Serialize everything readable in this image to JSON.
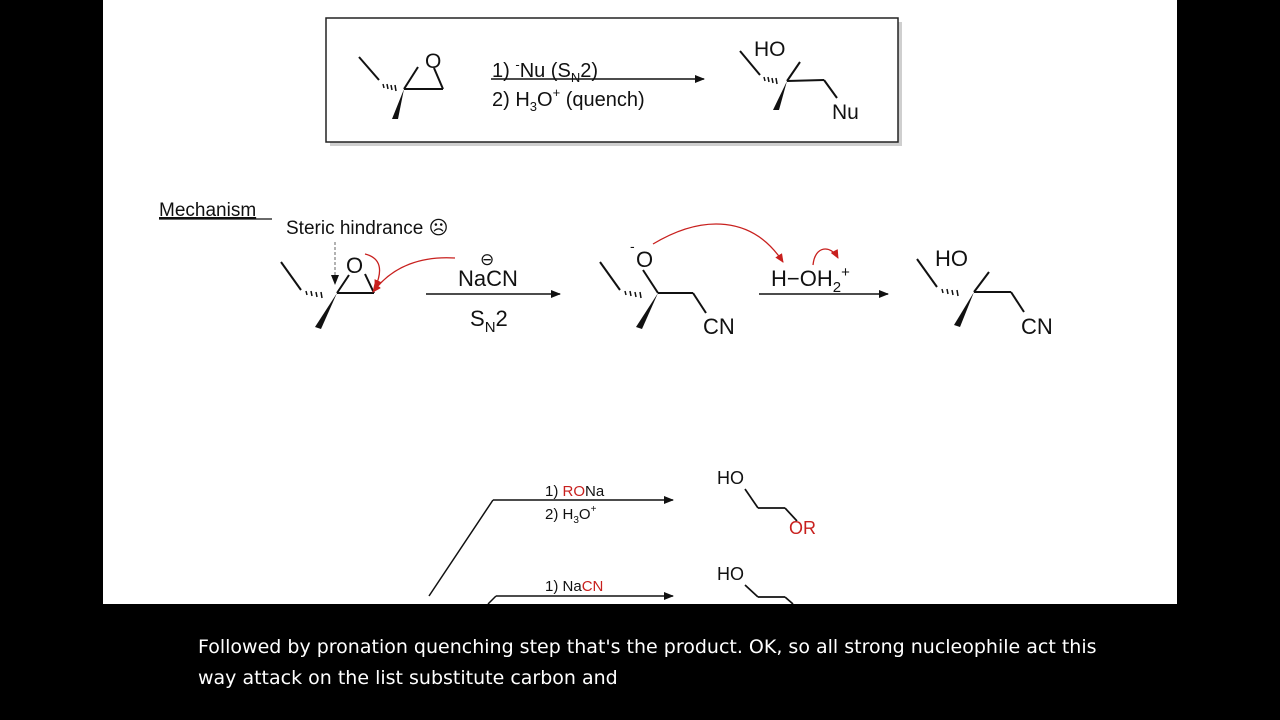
{
  "reaction_box": {
    "step1_prefix": "1) ",
    "step1_charge": "-",
    "step1_main": "Nu (S",
    "step1_sub": "N",
    "step1_end": "2)",
    "step2_prefix": "2) H",
    "step2_sub": "3",
    "step2_o": "O",
    "step2_sup": "+",
    "step2_end": " (quench)",
    "product_oh": "HO",
    "product_nu": "Nu"
  },
  "mechanism": {
    "heading": "Mechanism",
    "steric_note": "Steric hindrance ☹",
    "epoxide_o": "O",
    "charge_symbol": "⊖",
    "reagent": "NaCN",
    "cond_s": "S",
    "cond_sub": "N",
    "cond_end": "2",
    "alkoxide_charge": "-",
    "alkoxide_o": "O",
    "intermediate_cn": "CN",
    "acid_left": "H−OH",
    "acid_sub": "2",
    "acid_sup": "+",
    "product_ho": "HO",
    "product_cn": "CN"
  },
  "examples": [
    {
      "step1_prefix": "1) ",
      "reagent_red": "RO",
      "reagent_black": "Na",
      "step2_prefix": "2) H",
      "step2_sub": "3",
      "step2_o": "O",
      "step2_sup": "+",
      "product_ho": "HO",
      "product_group": "OR"
    },
    {
      "step1_prefix": "1) Na",
      "reagent_red": "CN",
      "reagent_black": "",
      "product_ho": "HO"
    }
  ],
  "captions": [
    "Followed by pronation quenching step that's the product. OK, so all strong nucleophile act this",
    "way attack on the list substitute carbon and"
  ],
  "colors": {
    "red": "#c8201e",
    "background": "#000000",
    "slide": "#ffffff"
  }
}
